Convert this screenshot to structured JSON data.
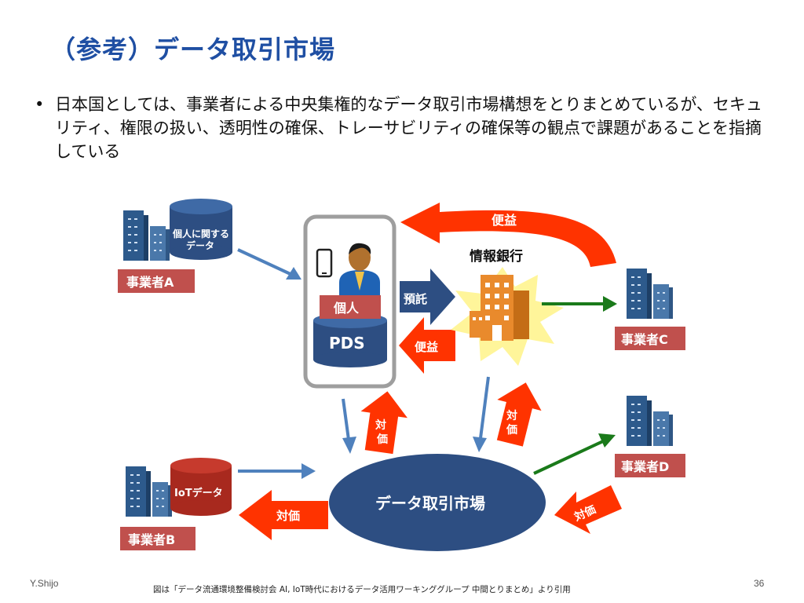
{
  "slide": {
    "title": "（参考）データ取引市場",
    "bullet_marker": "•",
    "bullet_text": "日本国としては、事業者による中央集権的なデータ取引市場構想をとりまとめているが、セキュリティ、権限の扱い、透明性の確保、トレーサビリティの確保等の観点で課題があることを指摘している",
    "footer_author": "Y.Shijo",
    "footer_source": "図は「データ流通環境整備検討会 AI, IoT時代におけるデータ活用ワーキンググループ 中間とりまとめ」より引用",
    "page_number": "36"
  },
  "diagram": {
    "personal_data_label_1": "個人に関する",
    "personal_data_label_2": "データ",
    "operator_a": "事業者A",
    "operator_b": "事業者B",
    "operator_c": "事業者C",
    "operator_d": "事業者D",
    "individual": "個人",
    "pds": "PDS",
    "info_bank": "情報銀行",
    "entrust": "預託",
    "benefit_top": "便益",
    "benefit_mid": "便益",
    "iot_data": "IoTデータ",
    "market": "データ取引市場",
    "price_pds_1": "対",
    "price_pds_2": "価",
    "price_bank_1": "対",
    "price_bank_2": "価",
    "price_b": "対価",
    "price_d": "対価"
  },
  "colors": {
    "title": "#1f4fa3",
    "navy": "#2d4e82",
    "red_label": "#c0504d",
    "arrow_red": "#ff3300",
    "arrow_blue": "#4f81bd",
    "arrow_green": "#1a7a1a",
    "bank_orange": "#e98a2c",
    "burst_yellow": "#fff59a"
  }
}
